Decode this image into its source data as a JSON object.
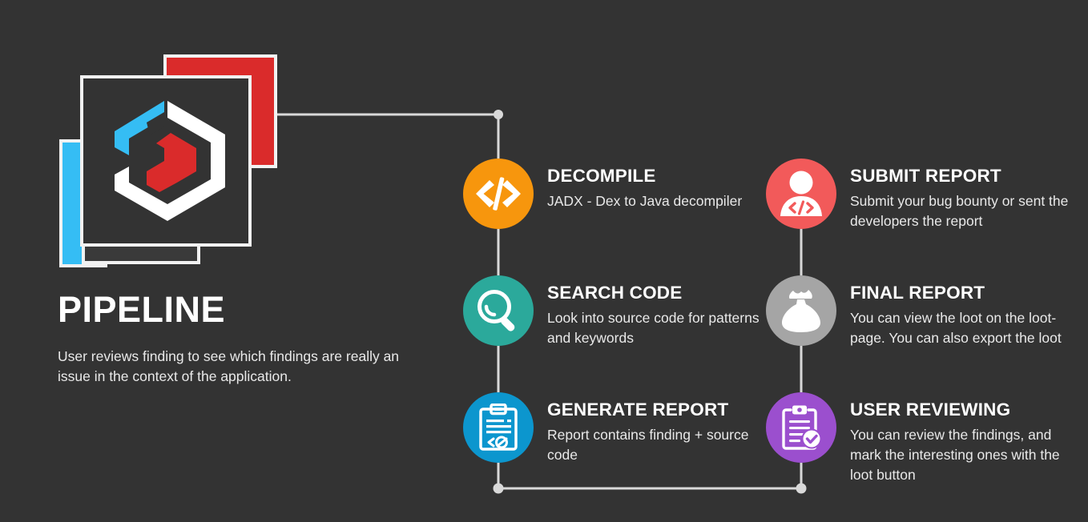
{
  "theme": {
    "background": "#333333",
    "connector": "#d9d9d9",
    "title_color": "#ffffff",
    "body_color": "#e9e9e9"
  },
  "logo": {
    "name": "pipeline-logo",
    "card_blue_color": "#35BDF4",
    "card_red_color": "#DA2B2B",
    "hex_outline_color": "#ffffff",
    "hex_accent_blue": "#35BDF4",
    "hex_accent_red": "#DA2B2B"
  },
  "heading": {
    "title": "PIPELINE",
    "subtitle": "User reviews finding to see which findings are really an issue in the context of the application."
  },
  "steps": [
    {
      "id": "decompile",
      "title": "DECOMPILE",
      "desc": "JADX - Dex to Java decompiler",
      "color": "#F7960D",
      "icon": "code-brackets-icon",
      "column": "left",
      "row": 1
    },
    {
      "id": "search-code",
      "title": "SEARCH CODE",
      "desc": "Look into source code for patterns and keywords",
      "color": "#2BA99B",
      "icon": "magnifier-icon",
      "column": "left",
      "row": 2
    },
    {
      "id": "generate-report",
      "title": "GENERATE REPORT",
      "desc": "Report contains finding + source code",
      "color": "#0C96CE",
      "icon": "clipboard-code-icon",
      "column": "left",
      "row": 3
    },
    {
      "id": "submit-report",
      "title": "SUBMIT REPORT",
      "desc": "Submit your bug bounty or sent the developers the report",
      "color": "#F25A5A",
      "icon": "developer-person-icon",
      "column": "right",
      "row": 1
    },
    {
      "id": "final-report",
      "title": "FINAL REPORT",
      "desc": "You can view the loot on the loot-page. You can also export the loot",
      "color": "#A5A5A5",
      "icon": "money-bag-icon",
      "column": "right",
      "row": 2
    },
    {
      "id": "user-reviewing",
      "title": "USER REVIEWING",
      "desc": "You can review the findings, and mark the interesting ones with the loot button",
      "color": "#9B4FCE",
      "icon": "clipboard-check-icon",
      "column": "right",
      "row": 3
    }
  ]
}
